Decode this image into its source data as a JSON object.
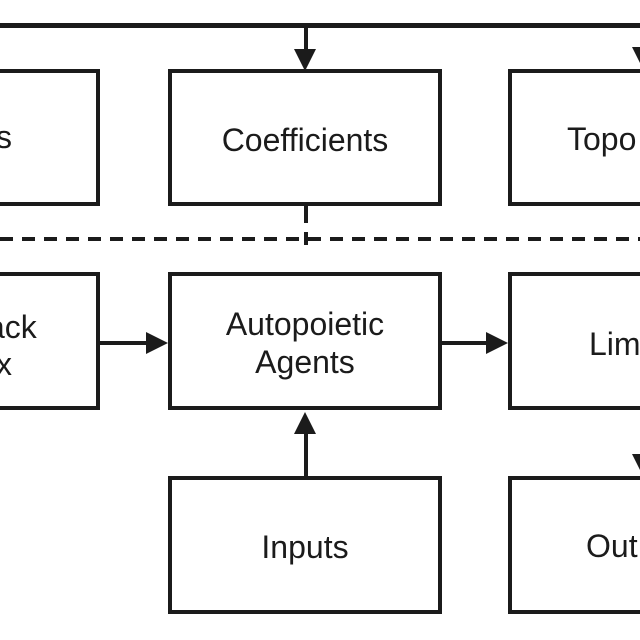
{
  "diagram": {
    "type": "block-diagram",
    "colors": {
      "ink": "#1b1b1b",
      "background": "#ffffff"
    },
    "boxes": {
      "top_left": {
        "fragment": "s"
      },
      "coefficients": {
        "label": "Coefficients"
      },
      "top_right": {
        "fragment": "Topo"
      },
      "mid_left": {
        "fragment_line1": "ack",
        "fragment_line2": "x"
      },
      "autopoietic_agents": {
        "label_line1": "Autopoietic",
        "label_line2": "Agents"
      },
      "mid_right": {
        "fragment": "Lim"
      },
      "inputs": {
        "label": "Inputs"
      },
      "bottom_right": {
        "fragment": "Out"
      }
    }
  }
}
